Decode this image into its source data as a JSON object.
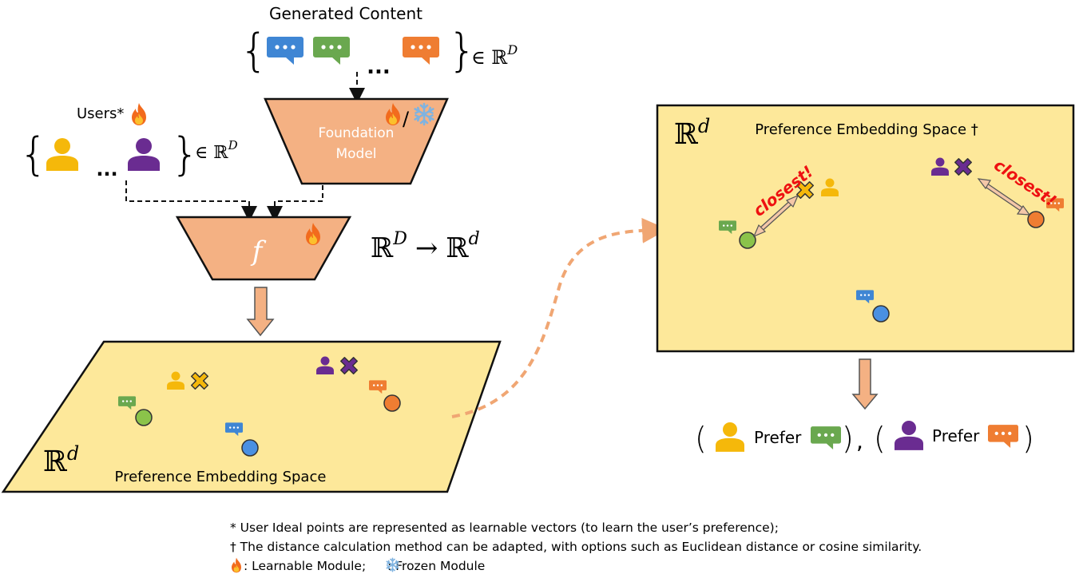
{
  "generated_content": {
    "title": "Generated Content",
    "ellipsis": "...",
    "set_label": "∈ ℝ",
    "set_sup": "D"
  },
  "users": {
    "title": "Users*",
    "ellipsis": "...",
    "set_label": "∈ ℝ",
    "set_sup": "D"
  },
  "foundation_model": {
    "line1": "Foundation",
    "line2": "Model",
    "slash": "/"
  },
  "mapping": {
    "f_label": "f",
    "from": "ℝ",
    "from_sup": "D",
    "arrow": "→",
    "to": "ℝ",
    "to_sup": "d"
  },
  "left_space": {
    "symbol": "ℝ",
    "symbol_sup": "d",
    "label": "Preference Embedding Space"
  },
  "right_space": {
    "symbol": "ℝ",
    "symbol_sup": "d",
    "label": "Preference Embedding Space †",
    "closest_1": "closest!",
    "closest_2": "closest!"
  },
  "result": {
    "prefer_1": "Prefer",
    "prefer_2": "Prefer",
    "comma": ","
  },
  "footnotes": {
    "note1": "* User Ideal points are represented as learnable vectors (to learn the user’s preference);",
    "note2": "† The distance calculation method can be adapted, with options such as Euclidean distance or cosine similarity.",
    "note3_a": ": Learnable Module; ",
    "note3_b": ": Frozen Module"
  },
  "colors": {
    "blue": "#3f86d4",
    "green": "#6aa84f",
    "orange": "#ef7d32",
    "yellow_user": "#f5b80a",
    "purple_user": "#6a2c91",
    "space_fill": "#fde89a",
    "module_fill": "#f4b183",
    "closest_red": "#ee1111"
  }
}
